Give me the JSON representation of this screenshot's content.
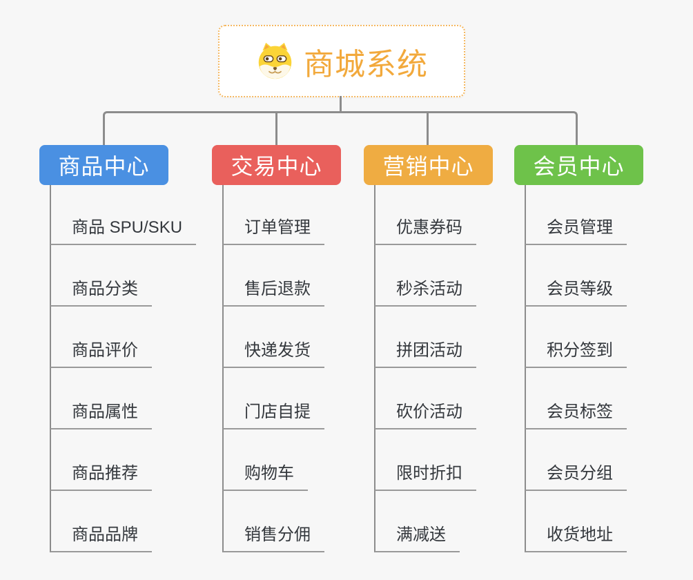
{
  "root": {
    "title": "商城系统",
    "icon": "dog-face-icon"
  },
  "palette": {
    "background": "#F7F7F7",
    "connector_line": "#8C8C8C",
    "underline": "#999999",
    "item_text": "#34383D",
    "root_text": "#F2A93C",
    "root_border": "#F5B860",
    "node_text": "#FFFFFF"
  },
  "branches": [
    {
      "label": "商品中心",
      "color": "#4A90E2",
      "children": [
        "商品 SPU/SKU",
        "商品分类",
        "商品评价",
        "商品属性",
        "商品推荐",
        "商品品牌"
      ]
    },
    {
      "label": "交易中心",
      "color": "#E9605C",
      "children": [
        "订单管理",
        "售后退款",
        "快递发货",
        "门店自提",
        "购物车",
        "销售分佣"
      ]
    },
    {
      "label": "营销中心",
      "color": "#EFAC42",
      "children": [
        "优惠券码",
        "秒杀活动",
        "拼团活动",
        "砍价活动",
        "限时折扣",
        "满减送"
      ]
    },
    {
      "label": "会员中心",
      "color": "#6EC24A",
      "children": [
        "会员管理",
        "会员等级",
        "积分签到",
        "会员标签",
        "会员分组",
        "收货地址"
      ]
    }
  ]
}
